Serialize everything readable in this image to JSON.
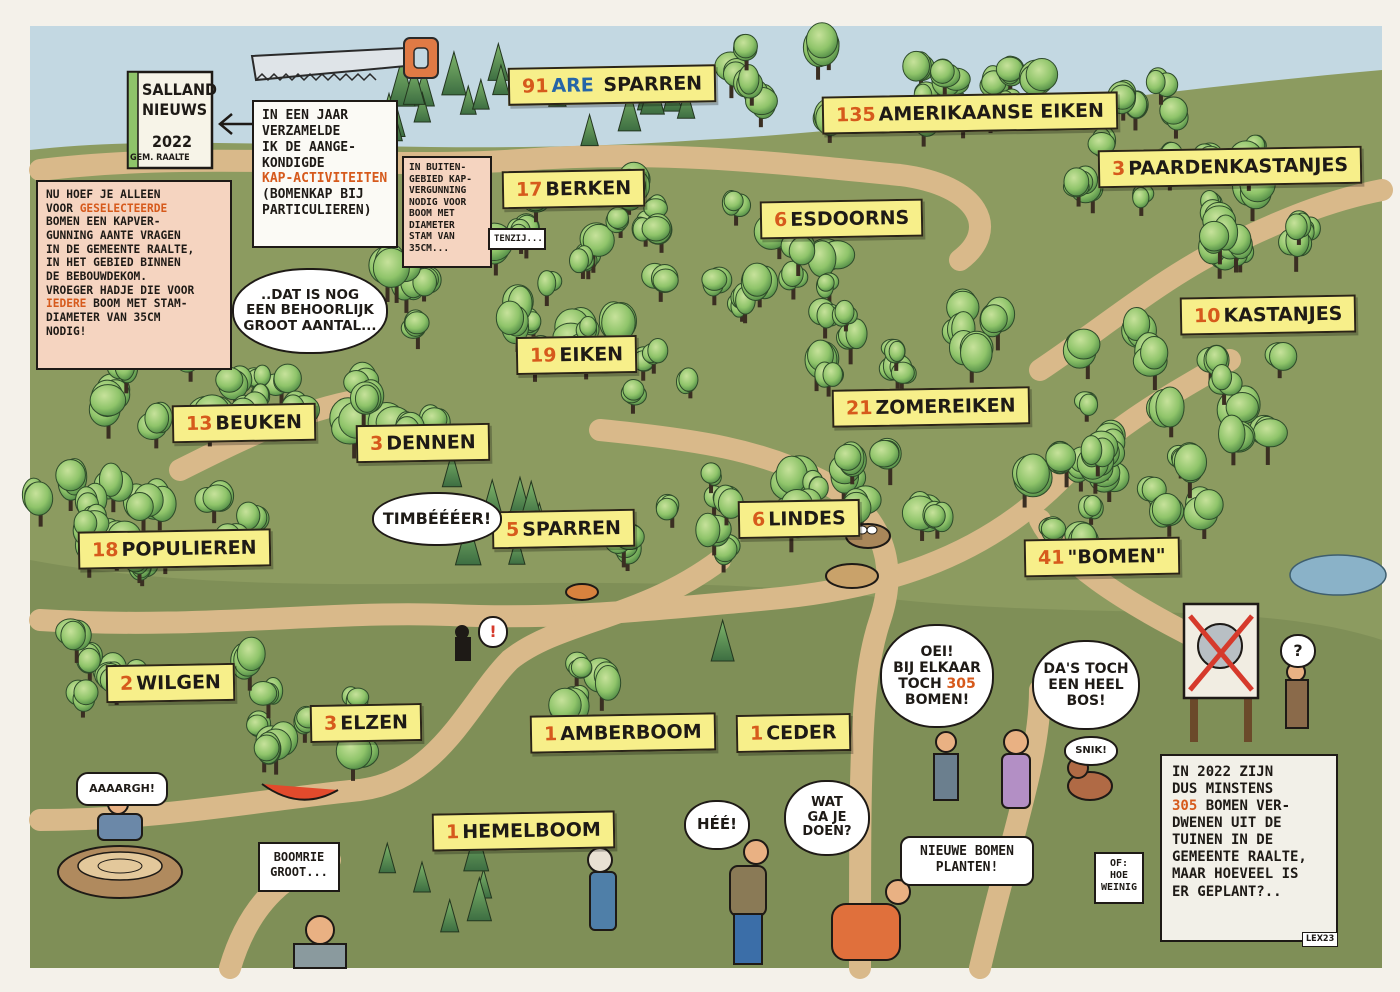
{
  "brochure": {
    "line1": "SALLAND",
    "line2": "NIEUWS",
    "year": "2022",
    "gem": "GEM. RAALTE"
  },
  "intro_note": {
    "line1": "IN EEN JAAR",
    "line2": "VERZAMELDE",
    "line3": "IK DE AANGE-",
    "line4": "KONDIGDE",
    "line5": "KAP-ACTIVITEITEN",
    "line6": "(BOMENKAP BIJ",
    "line7": "PARTICULIEREN)"
  },
  "rule_box": {
    "line1": "NU HOEF JE ALLEEN",
    "line2a": "VOOR ",
    "line2b": "GESELECTEERDE",
    "line3": "BOMEN EEN KAPVER-",
    "line4": "GUNNING AANTE VRAGEN",
    "line5": "IN DE GEMEENTE RAALTE,",
    "line6": "IN HET GEBIED BINNEN",
    "line7": "DE BEBOUWDEKOM.",
    "line8": "VROEGER HADJE DIE VOOR",
    "line9a": "IEDERE",
    "line9b": " BOOM MET STAM-",
    "line10": "DIAMETER VAN 35CM",
    "line11": "NODIG!"
  },
  "outer_note": {
    "line1": "IN BUITEN-",
    "line2": "GEBIED KAP-",
    "line3": "VERGUNNING",
    "line4": "NODIG VOOR",
    "line5": "BOOM MET",
    "line6": "DIAMETER",
    "line7": "STAM VAN",
    "line8": "35CM..."
  },
  "tenzij": "TENZIJ...",
  "remark": {
    "line1": "..DAT IS NOG",
    "line2": "EEN BEHOORLIJK",
    "line3": "GROOT AANTAL..."
  },
  "trees": [
    {
      "count": "91",
      "unit": "ARE",
      "name": "SPARREN"
    },
    {
      "count": "135",
      "name": "AMERIKAANSE EIKEN"
    },
    {
      "count": "3",
      "name": "PAARDENKASTANJES"
    },
    {
      "count": "17",
      "name": "BERKEN"
    },
    {
      "count": "6",
      "name": "ESDOORNS"
    },
    {
      "count": "10",
      "name": "KASTANJES"
    },
    {
      "count": "19",
      "name": "EIKEN"
    },
    {
      "count": "21",
      "name": "ZOMEREIKEN"
    },
    {
      "count": "13",
      "name": "BEUKEN"
    },
    {
      "count": "3",
      "name": "DENNEN"
    },
    {
      "count": "18",
      "name": "POPULIEREN"
    },
    {
      "count": "5",
      "name": "SPARREN"
    },
    {
      "count": "6",
      "name": "LINDES"
    },
    {
      "count": "41",
      "name": "\"BOMEN\""
    },
    {
      "count": "2",
      "name": "WILGEN"
    },
    {
      "count": "3",
      "name": "ELZEN"
    },
    {
      "count": "1",
      "name": "AMBERBOOM"
    },
    {
      "count": "1",
      "name": "CEDER"
    },
    {
      "count": "1",
      "name": "HEMELBOOM"
    }
  ],
  "speech": {
    "timber": "TIMBÉÉÉER!",
    "exclaim": "!",
    "aaargh": "AAAARGH!",
    "boomrie_1": "BOOMRIE",
    "boomrie_2": "GROOT...",
    "hee": "HÉÉ!",
    "wat_1": "WAT",
    "wat_2": "GA JE",
    "wat_3": "DOEN?",
    "nieuwe_1": "NIEUWE BOMEN",
    "nieuwe_2": "PLANTEN!",
    "oei_1": "OEI!",
    "oei_2": "BIJ ELKAAR",
    "oei_3a": "TOCH ",
    "oei_3b": "305",
    "oei_4": "BOMEN!",
    "das_1": "DA'S TOCH",
    "das_2": "EEN HEEL",
    "das_3": "BOS!",
    "snik": "SNIK!",
    "question": "?"
  },
  "of_note": {
    "line1": "OF:",
    "line2": "HOE",
    "line3": "WEINIG"
  },
  "final_note": {
    "line1": "IN 2022 ZIJN",
    "line2": "DUS MINSTENS",
    "line3a": "305",
    "line3b": " BOMEN VER-",
    "line4": "DWENEN UIT DE",
    "line5": "TUINEN IN DE",
    "line6": "GEMEENTE RAALTE,",
    "line7": "MAAR HOEVEEL IS",
    "line8": "ER GEPLANT?..",
    "signature": "LEX23"
  },
  "colors": {
    "accent": "#d65a1c",
    "ribbon": "#f7ef8a",
    "grass": "#8a9a5e",
    "path": "#d9b98a",
    "tree": "#8fc46a",
    "sky": "#c3d8e2"
  }
}
